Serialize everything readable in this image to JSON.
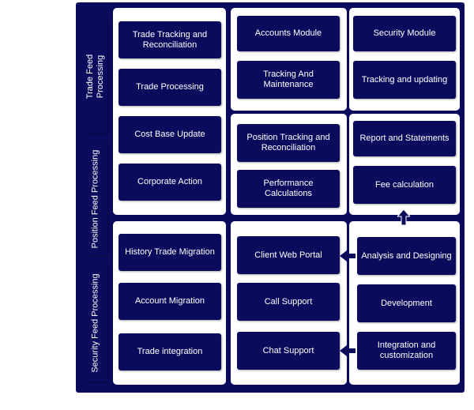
{
  "side_labels": [
    "Trade Feed\nProcessing",
    "Position Feed Processing",
    "Security Feed Processing"
  ],
  "col1_top": [
    "Trade Tracking and Reconciliation",
    "Trade Processing",
    "Cost Base Update",
    "Corporate Action"
  ],
  "col2_top": [
    "Accounts Module",
    "Tracking And Maintenance"
  ],
  "col3_top": [
    "Security Module",
    "Tracking and updating"
  ],
  "col2_mid": [
    "Position Tracking and Reconciliation",
    "Performance Calculations"
  ],
  "col3_mid": [
    "Report and Statements",
    "Fee calculation"
  ],
  "col1_bottom": [
    "History Trade Migration",
    "Account Migration",
    "Trade integration"
  ],
  "col2_bottom": [
    "Client Web Portal",
    "Call Support",
    "Chat Support"
  ],
  "col3_bottom": [
    "Analysis and Designing",
    "Development",
    "Integration and customization"
  ],
  "colors": {
    "box": "#0b0b5e",
    "panel": "#ffffff"
  }
}
